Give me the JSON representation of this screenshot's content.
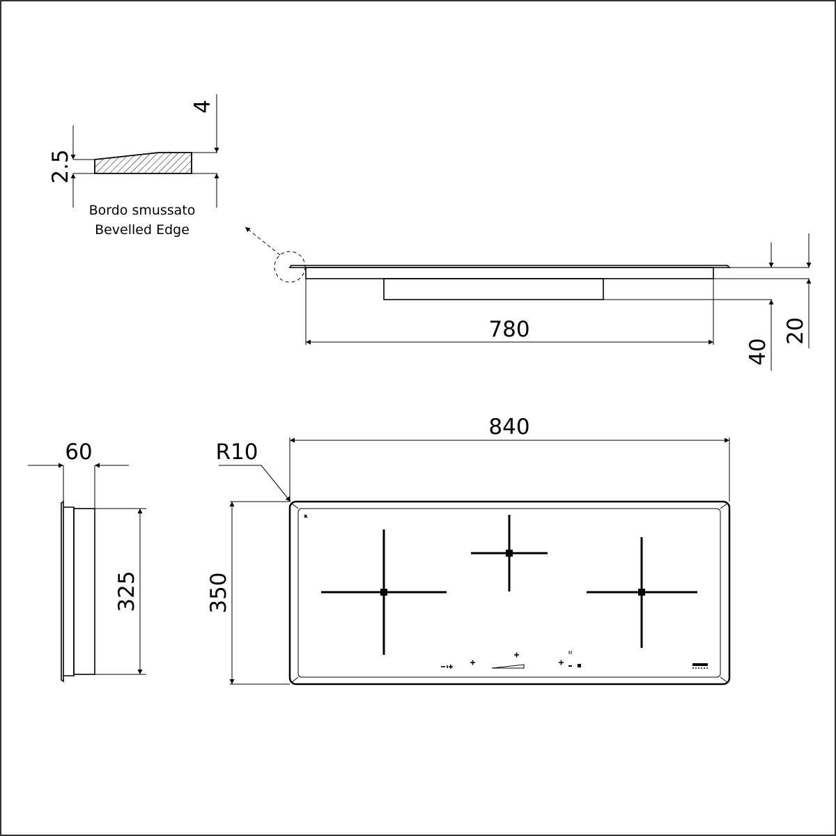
{
  "bevel_detail": {
    "height_label": "2.5",
    "thickness_label": "4",
    "caption_it": "Bordo smussato",
    "caption_en": "Bevelled Edge"
  },
  "side_view": {
    "cutout_width_label": "780",
    "total_height_label": "40",
    "top_height_label": "20"
  },
  "top_view": {
    "width_label": "840",
    "depth_label": "350",
    "radius_label": "R10",
    "burner_count": 3
  },
  "end_view": {
    "width_label": "60",
    "depth_label": "325"
  }
}
